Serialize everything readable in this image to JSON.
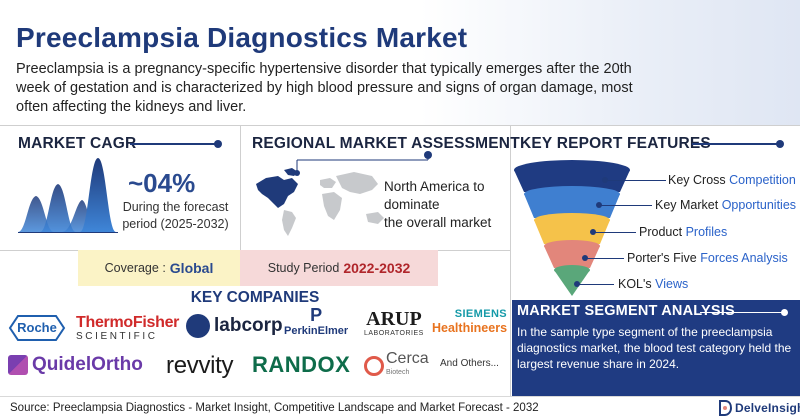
{
  "header": {
    "title": "Preeclampsia Diagnostics Market",
    "intro": "Preeclampsia is a pregnancy-specific hypertensive disorder that typically emerges after the 20th week of gestation and is characterized by high blood pressure and signs of organ damage, most often affecting the kidneys and liver."
  },
  "cagr": {
    "heading": "MARKET CAGR",
    "value": "~04%",
    "caption": "During the forecast period (2025-2032)"
  },
  "regional": {
    "heading": "REGIONAL MARKET ASSESSMENT",
    "line1": "North America to",
    "line2": "dominate",
    "line3": "the overall market"
  },
  "coverage": {
    "label": "Coverage :",
    "value": "Global"
  },
  "study": {
    "label": "Study Period",
    "value": "2022-2032"
  },
  "companies": {
    "heading": "KEY COMPANIES",
    "roche": "Roche",
    "thermo1": "ThermoFisher",
    "thermo2": "SCIENTIFIC",
    "labcorp": "labcorp",
    "perkin": "PerkinElmer",
    "arup": "ARUP",
    "arup_sub": "LABORATORIES",
    "siemens1": "SIEMENS",
    "siemens2": "Healthineers",
    "quidel": "QuidelOrtho",
    "revvity": "revvity",
    "randox": "RANDOX",
    "cerca": "Cerca",
    "cerca_sub": "Biotech",
    "others": "And Others..."
  },
  "features": {
    "heading": "KEY REPORT FEATURES",
    "items": [
      {
        "pre": "Key Cross ",
        "hl": "Competition"
      },
      {
        "pre": "Key Market ",
        "hl": "Opportunities"
      },
      {
        "pre": "Product ",
        "hl": "Profiles"
      },
      {
        "pre": "Porter's Five ",
        "hl": "Forces Analysis"
      },
      {
        "pre": "KOL's ",
        "hl": "Views"
      }
    ],
    "funnel_colors": [
      "#1f3b82",
      "#3f7fd0",
      "#f5c24a",
      "#e2867b",
      "#5aa77a"
    ]
  },
  "segment": {
    "heading": "MARKET SEGMENT ANALYSIS",
    "text": "In the sample type segment of the preeclampsia diagnostics market, the blood test category held the largest revenue share in 2024."
  },
  "footer": {
    "source": "Source: Preeclampsia Diagnostics - Market Insight, Competitive Landscape and Market Forecast - 2032",
    "brand": "DelveInsight"
  },
  "colors": {
    "brand_blue": "#1f3a7a",
    "accent_blue": "#2a62c9",
    "coverage_bg": "#fbf3c6",
    "study_bg": "#f6d9d9",
    "study_red": "#b0262b"
  }
}
